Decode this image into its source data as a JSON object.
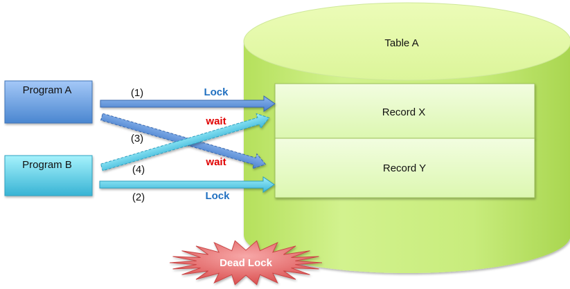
{
  "programs": [
    {
      "label": "Program A",
      "color_top": "#9ec3f5",
      "color_bottom": "#4a86d0"
    },
    {
      "label": "Program B",
      "color_top": "#9ff0fb",
      "color_bottom": "#3ab6d6"
    }
  ],
  "table": {
    "label": "Table A",
    "color": "#c9ee7e"
  },
  "records": [
    {
      "label": "Record X"
    },
    {
      "label": "Record Y"
    }
  ],
  "arrows": [
    {
      "step": "(1)",
      "from": "Program A",
      "to": "Record X",
      "action": "Lock",
      "style": "solid"
    },
    {
      "step": "(2)",
      "from": "Program B",
      "to": "Record Y",
      "action": "Lock",
      "style": "solid"
    },
    {
      "step": "(3)",
      "from": "Program A",
      "to": "Record Y",
      "action": "wait",
      "style": "dashed"
    },
    {
      "step": "(4)",
      "from": "Program B",
      "to": "Record X",
      "action": "wait",
      "style": "dashed"
    }
  ],
  "action_colors": {
    "Lock": "#1f6fc0",
    "wait": "#e00000"
  },
  "badge": {
    "label": "Dead Lock",
    "color": "#e25a5a"
  }
}
